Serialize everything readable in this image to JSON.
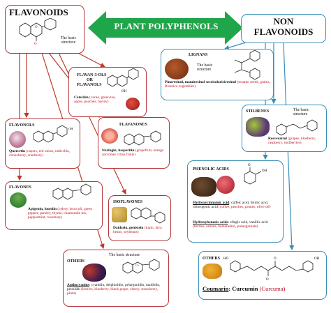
{
  "banner": {
    "label": "PLANT POLYPHENOLS",
    "color": "#1fa64a"
  },
  "flavonoids": {
    "title": "FLAVONOIDS",
    "basic_structure": "The basic structure",
    "flavanols": {
      "title_line1": "FLAVAN-3-OLS",
      "title_line2": "OR",
      "title_line3": "FLAVANOLS",
      "compound": "Catechin",
      "sources": "(cacao, green tea, apple, peaches, barley)"
    },
    "flavonols": {
      "title": "FLAVONOLS",
      "compound": "Quercetin",
      "sources": "(capers, red onion, radicchio, chokeberry, cranberry)"
    },
    "flavanones": {
      "title": "FLAVANONES",
      "compound": "Naringin, hesperitin",
      "sources": "(grapefruit, orange and other citrus fruits)"
    },
    "flavones": {
      "title": "FLAVONES",
      "compound": "Apigenin, luteolin",
      "sources": "(celery, broccoli, green pepper, parsley, thyme, chamomile tea, peppermint, rosemary)"
    },
    "isoflavones": {
      "title": "ISOFLAVONES",
      "compound": "Daidzein, genistein",
      "sources": "(lupin, fava beans, soybeans)"
    },
    "others": {
      "title": "OTHERS",
      "basic_structure": "The basic structure",
      "compound": "Anthocyanins",
      "detail": ": cyanidin, delphinidin, pelargonidin, maldidin, peonidin",
      "sources": "(berries, blueberry, black grape, cherry, strawberry, plum)"
    }
  },
  "non_flavonoids": {
    "title_line1": "NON",
    "title_line2": "FLAVONOIDS",
    "lignans": {
      "title": "LIGNANS",
      "basic_structure": "The basic structure",
      "compound": "Pinoresinol, matairesinol secoisolariciresinol",
      "sources": "(sesame seeds, grains, Brassica vegetables)"
    },
    "stilbenes": {
      "title": "STILBENES",
      "basic_structure": "The basic structure",
      "compound": "Resveratrol",
      "sources": "(grapes, blueberry, raspberry, mulberries)"
    },
    "phenolic_acids": {
      "title": "PHENOLIC ACIDS",
      "hydroxycinnamic_name": "Hydroxycinnamic acid",
      "hydroxycinnamic_compounds": ": caffeic acid, ferulic acid, chlorogenic acid",
      "hydroxycinnamic_sources": "(coffee, peaches, prunes, olive oil)",
      "hydroxybenzoic_name": "Hydroxybenzoic acids",
      "hydroxybenzoic_compounds": ": ellagic acid, vanillic acid",
      "hydroxybenzoic_sources": "(berries, onions, horseradish, pomegranate)",
      "mol_labels": {
        "o": "O",
        "oh": "OH"
      }
    },
    "others": {
      "title": "OTHERS",
      "compound_a": "Coumarin",
      "compound_b": ": Curcumin",
      "sources": "(Curcuma)",
      "mol_labels": {
        "ho": "HO",
        "oh": "OH",
        "o_left": "O",
        "o_right": "O"
      }
    }
  },
  "colors": {
    "red_border": "#b5353a",
    "teal_border": "#3a8fb7",
    "source_text": "#c1121f",
    "arrow_red": "#c0392b",
    "arrow_teal": "#3a8fb7"
  }
}
